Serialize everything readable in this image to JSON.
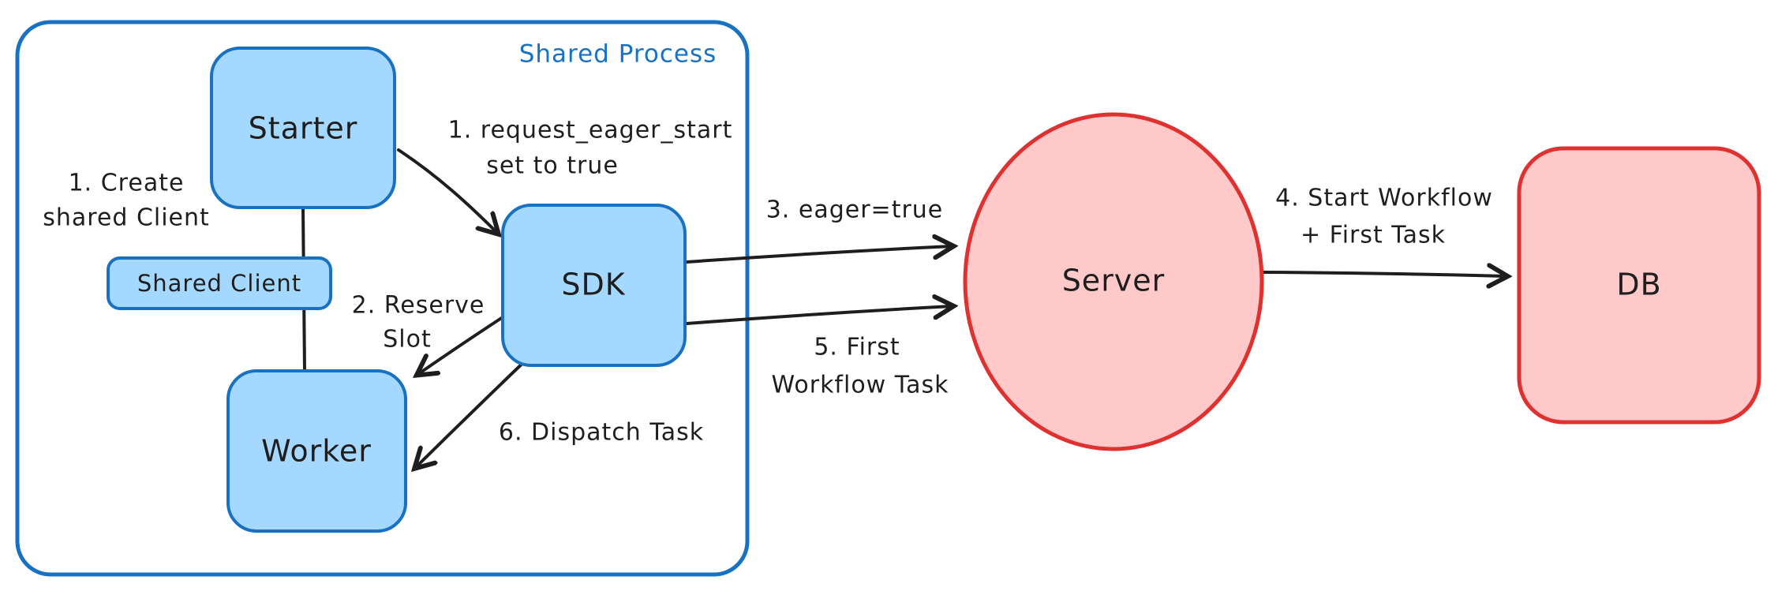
{
  "diagram": {
    "container_label": "Shared Process",
    "nodes": {
      "starter": "Starter",
      "shared_client": "Shared Client",
      "worker": "Worker",
      "sdk": "SDK",
      "server": "Server",
      "db": "DB"
    },
    "annotations": {
      "create_shared_client": {
        "line1": "1. Create",
        "line2": "shared Client"
      },
      "request_eager_start": {
        "line1": "1. request_eager_start",
        "line2": "set to true"
      },
      "reserve_slot": {
        "line1": "2. Reserve",
        "line2": "Slot"
      },
      "dispatch_task": "6. Dispatch Task",
      "eager_true": "3. eager=true",
      "first_workflow_task": {
        "line1": "5. First",
        "line2": "Workflow Task"
      },
      "start_workflow": {
        "line1": "4. Start Workflow",
        "line2": "+ First Task"
      }
    },
    "colors": {
      "blue_stroke": "#1971c2",
      "blue_fill": "#a5d8ff",
      "red_stroke": "#e03131",
      "red_fill": "#ffc9c9",
      "arrow": "#1e1e1e",
      "background": "#ffffff"
    }
  }
}
